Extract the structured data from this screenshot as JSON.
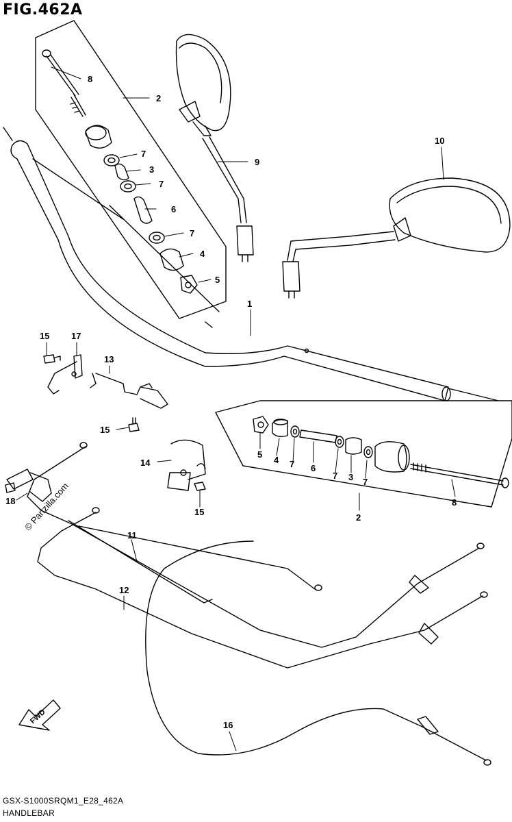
{
  "figure": {
    "title": "FIG.462A",
    "model_code": "GSX-S1000SRQM1_E28_462A",
    "section_name": "HANDLEBAR"
  },
  "watermark": "© Partzilla.com",
  "direction_badge": "FWD",
  "callouts": {
    "c1": "1",
    "c2_top": "2",
    "c2_bottom": "2",
    "c3_top": "3",
    "c3_bottom": "3",
    "c4_top": "4",
    "c4_bottom": "4",
    "c5_top": "5",
    "c5_bottom": "5",
    "c6_top": "6",
    "c6_bottom": "6",
    "c7_top_a": "7",
    "c7_top_b": "7",
    "c7_top_c": "7",
    "c7_bottom_a": "7",
    "c7_bottom_b": "7",
    "c7_bottom_c": "7",
    "c8_top": "8",
    "c8_bottom": "8",
    "c9": "9",
    "c10": "10",
    "c11": "11",
    "c12": "12",
    "c13": "13",
    "c14": "14",
    "c15_a": "15",
    "c15_b": "15",
    "c15_c": "15",
    "c16": "16",
    "c17": "17",
    "c18": "18"
  }
}
